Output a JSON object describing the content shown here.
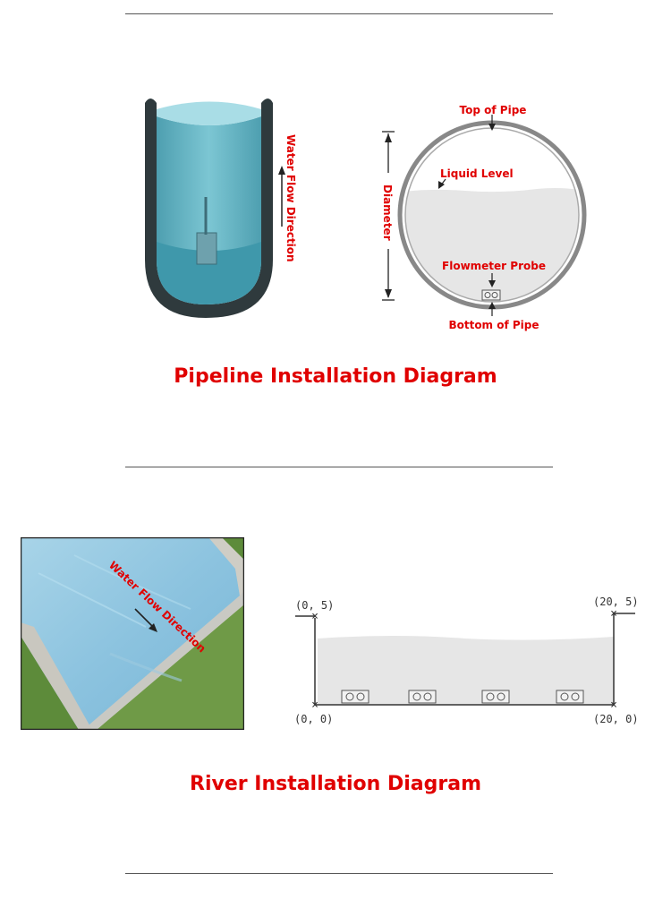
{
  "pipeline": {
    "flow_label": "Water Flow Direction",
    "top_label": "Top of Pipe",
    "liquid_label": "Liquid Level",
    "diameter_label": "Diameter",
    "probe_label": "Flowmeter Probe",
    "bottom_label": "Bottom of Pipe",
    "title": "Pipeline Installation Diagram"
  },
  "river": {
    "flow_label": "Water Flow Direction",
    "coord_top_left": "(0, 5)",
    "coord_top_right": "(20, 5)",
    "coord_bottom_left": "(0, 0)",
    "coord_bottom_right": "(20, 0)",
    "title": "River Installation Diagram"
  },
  "colors": {
    "accent": "#e00000",
    "water": "#5fb3c4",
    "liquid_gray": "#e6e6e6"
  }
}
